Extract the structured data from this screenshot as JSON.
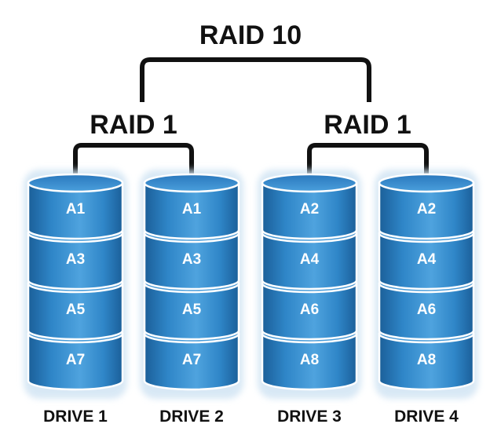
{
  "diagram": {
    "top_title": "RAID 10",
    "groups": [
      {
        "title": "RAID 1",
        "drives": [
          0,
          1
        ]
      },
      {
        "title": "RAID 1",
        "drives": [
          2,
          3
        ]
      }
    ],
    "drives": [
      {
        "label": "DRIVE 1",
        "blocks": [
          "A1",
          "A3",
          "A5",
          "A7"
        ]
      },
      {
        "label": "DRIVE 2",
        "blocks": [
          "A1",
          "A3",
          "A5",
          "A7"
        ]
      },
      {
        "label": "DRIVE 3",
        "blocks": [
          "A2",
          "A4",
          "A6",
          "A8"
        ]
      },
      {
        "label": "DRIVE 4",
        "blocks": [
          "A2",
          "A4",
          "A6",
          "A8"
        ]
      }
    ],
    "colors": {
      "disk_dark": "#1b5f99",
      "disk_mid": "#2f86c8",
      "disk_light": "#5aa9e0",
      "disk_top": "#3e95d4",
      "separator": "#ffffff",
      "connector": "#111111",
      "glow": "#cfe3f3"
    }
  }
}
